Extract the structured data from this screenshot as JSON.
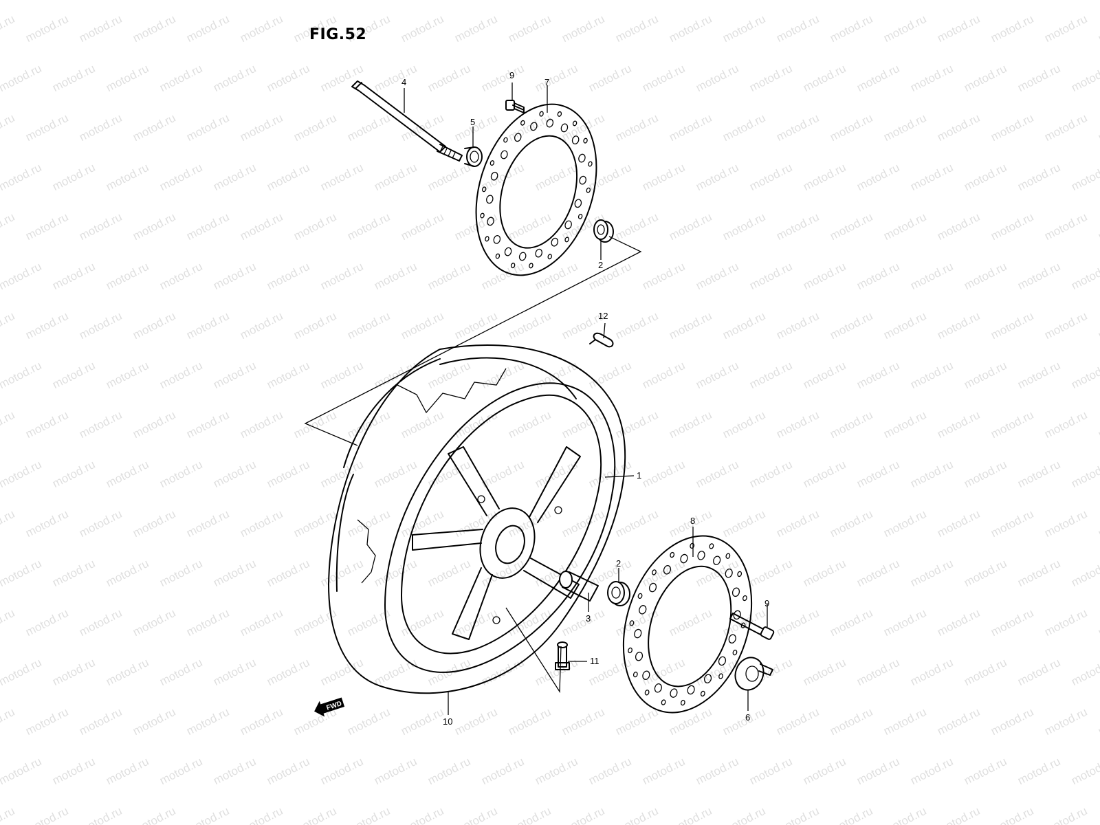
{
  "figure": {
    "title": "FIG.52",
    "watermark": "motod.ru"
  },
  "callouts": [
    {
      "id": "c4",
      "label": "4"
    },
    {
      "id": "c9a",
      "label": "9"
    },
    {
      "id": "c7",
      "label": "7"
    },
    {
      "id": "c5",
      "label": "5"
    },
    {
      "id": "c2a",
      "label": "2"
    },
    {
      "id": "c12",
      "label": "12"
    },
    {
      "id": "c1",
      "label": "1"
    },
    {
      "id": "c8",
      "label": "8"
    },
    {
      "id": "c2b",
      "label": "2"
    },
    {
      "id": "c9b",
      "label": "9"
    },
    {
      "id": "c3",
      "label": "3"
    },
    {
      "id": "c11",
      "label": "11"
    },
    {
      "id": "c6",
      "label": "6"
    },
    {
      "id": "c10",
      "label": "10"
    }
  ],
  "fwd_badge": "FWD"
}
